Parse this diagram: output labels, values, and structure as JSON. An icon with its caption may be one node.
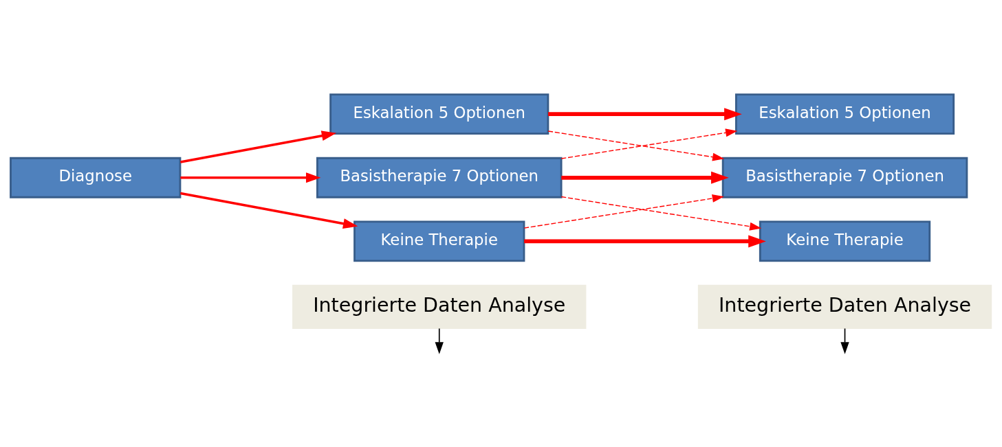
{
  "diagram": {
    "nodes": [
      {
        "text": [
          "Integrierte Daten Analyse"
        ]
      },
      {
        "text": [
          "Integrierte Daten Analyse"
        ]
      },
      {
        "text": [
          "Diagnose"
        ]
      },
      {
        "text": [
          "Eskalation 5 Optionen"
        ]
      },
      {
        "text": [
          "Basistherapie 7 Optionen"
        ]
      },
      {
        "text": [
          "Keine Therapie"
        ]
      },
      {
        "text": [
          "Eskalation 5 Optionen"
        ]
      },
      {
        "text": [
          "Basistherapie 7 Optionen"
        ]
      },
      {
        "text": [
          "Keine Therapie"
        ]
      }
    ],
    "edges": [
      {
        "from": 0,
        "to": null,
        "arrow": "to",
        "color": "#000000"
      },
      {
        "from": 1,
        "to": null,
        "arrow": "to",
        "color": "#000000"
      },
      {
        "from": 2,
        "to": 3,
        "arrow": "to"
      },
      {
        "from": 2,
        "to": 4,
        "arrow": "to"
      },
      {
        "from": 2,
        "to": 5,
        "arrow": "to"
      },
      {
        "from": 3,
        "to": 6,
        "arrow": "to",
        "style": "thick"
      },
      {
        "from": 3,
        "to": 7,
        "arrow": "to",
        "style": "dashed"
      },
      {
        "from": 4,
        "to": 6,
        "arrow": "to",
        "style": "dashed"
      },
      {
        "from": 4,
        "to": 7,
        "arrow": "to",
        "style": "thick"
      },
      {
        "from": 4,
        "to": 8,
        "arrow": "to",
        "style": "dashed"
      },
      {
        "from": 5,
        "to": 7,
        "arrow": "to",
        "style": "dashed"
      },
      {
        "from": 5,
        "to": 8,
        "arrow": "to",
        "style": "thick"
      }
    ]
  }
}
